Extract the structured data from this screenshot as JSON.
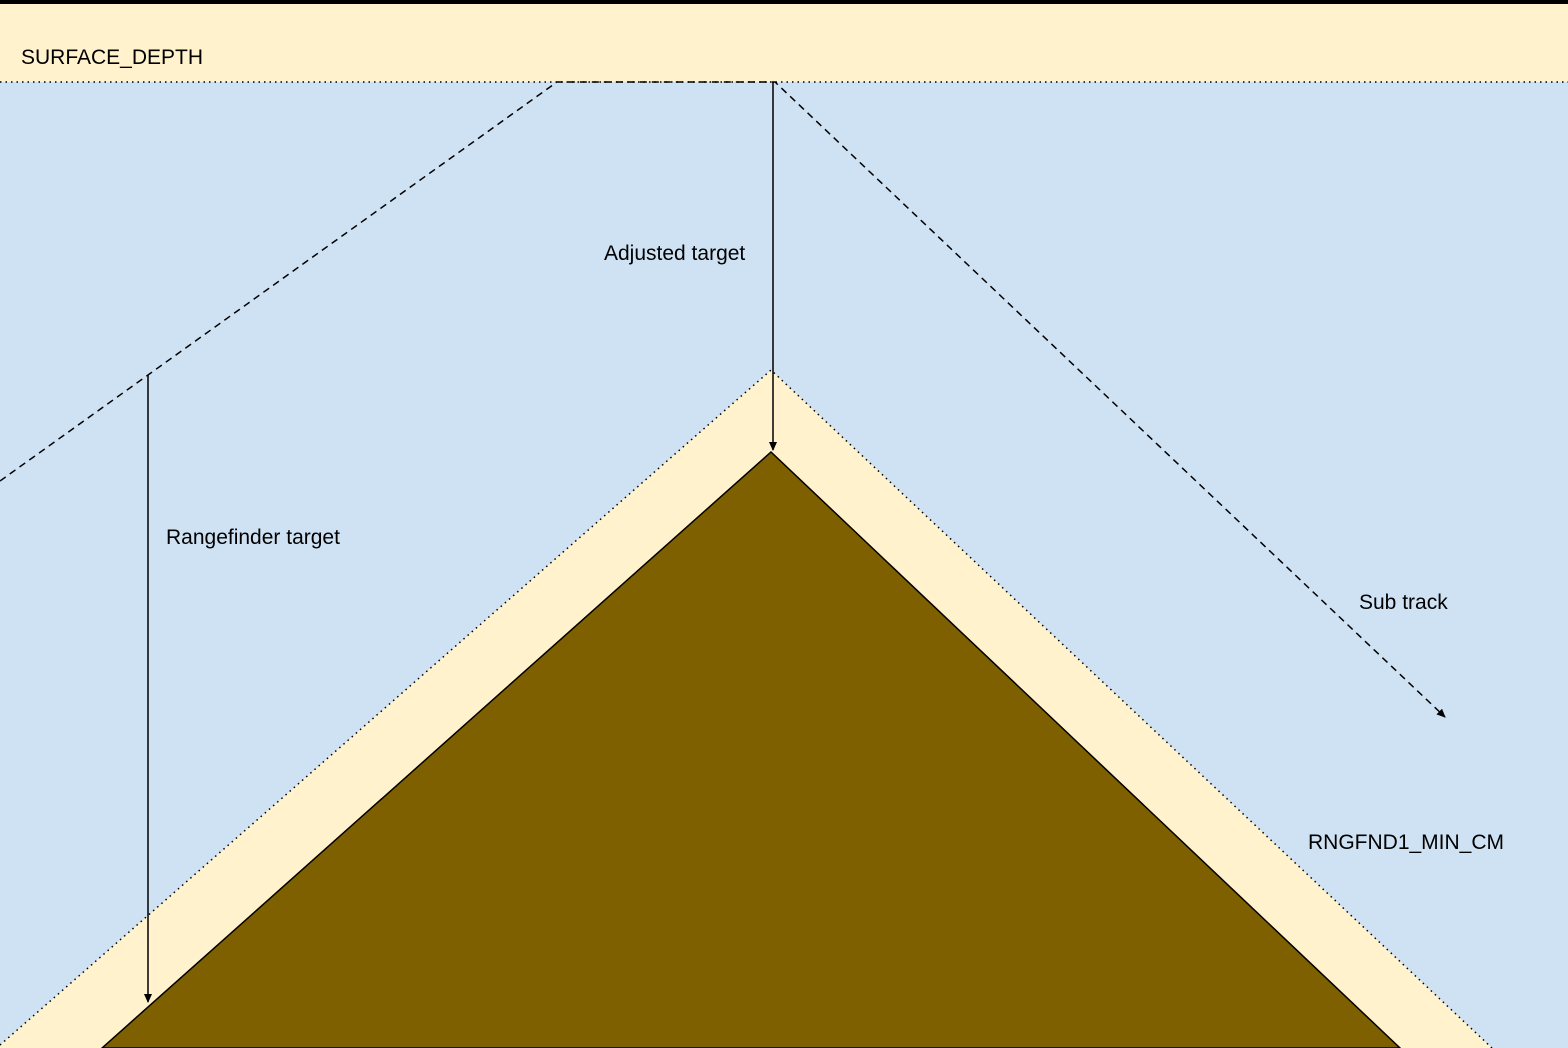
{
  "labels": {
    "surface_depth": "SURFACE_DEPTH",
    "adjusted_target": "Adjusted target",
    "rangefinder_target": "Rangefinder target",
    "sub_track": "Sub track",
    "rngfnd1_min_cm": "RNGFND1_MIN_CM"
  },
  "colors": {
    "water": "#cfe2f3",
    "buffer_zone": "#fff2cc",
    "seabed": "#7f6000",
    "line": "#000000"
  }
}
